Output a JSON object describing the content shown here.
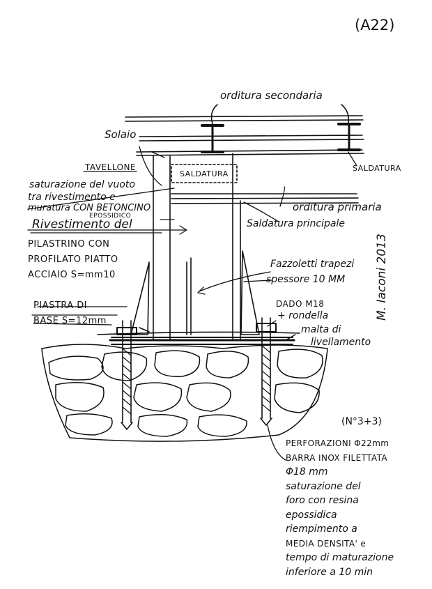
{
  "sheet_id": "(A22)",
  "signature": "M. Iaconi 2013",
  "labels": {
    "orditura_secondaria": "orditura secondaria",
    "solaio": "Solaio",
    "tavellone": "TAVELLONE",
    "saldatura_left": "SALDATURA",
    "saldatura_right": "SALDATURA",
    "saturazione_line1": "saturazione del vuoto",
    "saturazione_line2": "tra rivestimento e",
    "saturazione_line3": "muratura CON BETONCINO",
    "saturazione_line4": "EPOSSIDICO",
    "rivestimento": "Rivestimento del",
    "pilastrino_line1": "PILASTRINO CON",
    "pilastrino_line2": "PROFILATO PIATTO",
    "pilastrino_line3": "ACCIAIO S=mm10",
    "orditura_primaria": "orditura primaria",
    "saldatura_principale": "Saldatura principale",
    "fazzoletti_line1": "Fazzoletti trapezi",
    "fazzoletti_line2": "spessore 10 MM",
    "piastra_line1": "PIASTRA DI",
    "piastra_line2": "BASE S=12mm",
    "dado_line1": "DADO M18",
    "dado_line2": "+ rondella",
    "malta_line1": "malta di",
    "malta_line2": "livellamento",
    "count_note": "(N°3+3)"
  },
  "note_lines": [
    {
      "text": "PERFORAZIONI Φ22mm",
      "upper": true
    },
    {
      "text": "BARRA INOX FILETTATA",
      "upper": true
    },
    {
      "text": "Φ18 mm",
      "upper": false
    },
    {
      "text": "saturazione del",
      "upper": false
    },
    {
      "text": "foro con resina",
      "upper": false
    },
    {
      "text": "epossidica",
      "upper": false
    },
    {
      "text": "riempimento a",
      "upper": false
    },
    {
      "text": "MEDIA DENSITA' e",
      "upper": true
    },
    {
      "text": "tempo di maturazione",
      "upper": false
    },
    {
      "text": "inferiore a 10 min",
      "upper": false
    }
  ],
  "colors": {
    "ink": "#111111",
    "paper": "#ffffff"
  }
}
